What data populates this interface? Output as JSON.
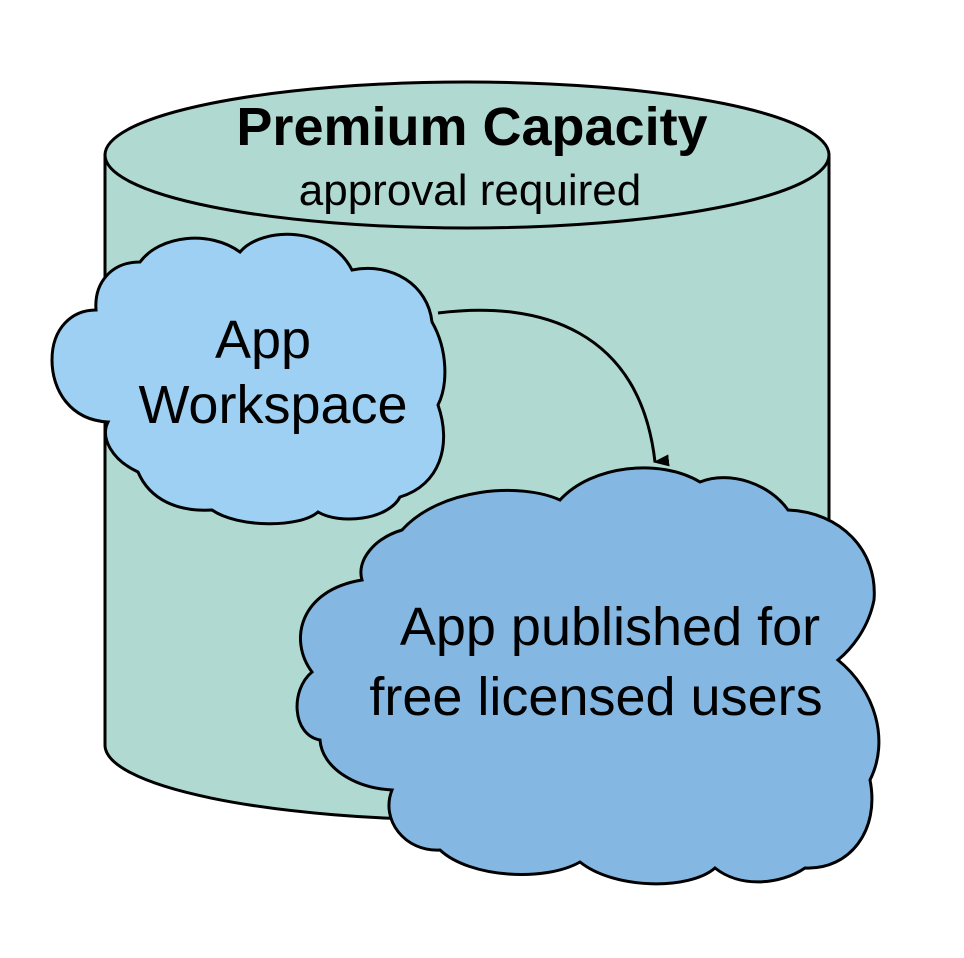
{
  "cylinder": {
    "title": "Premium Capacity",
    "subtitle": "approval required",
    "fill_color": "#b0dad1"
  },
  "workspace_cloud": {
    "line1": "App",
    "line2": "Workspace",
    "fill_color": "#9dd0f2"
  },
  "published_cloud": {
    "line1": "App published for",
    "line2": "free licensed users",
    "fill_color": "#84b8e3"
  },
  "colors": {
    "stroke": "#000000"
  }
}
